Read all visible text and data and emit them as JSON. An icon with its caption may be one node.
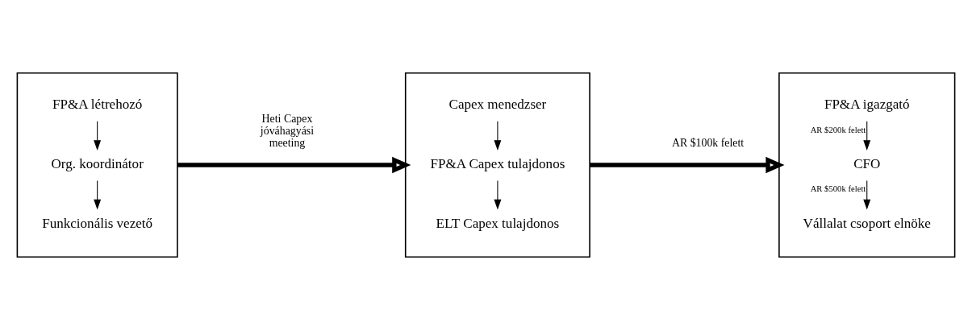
{
  "diagram": {
    "nodes": [
      {
        "text": [],
        "shape": "box"
      },
      {
        "text": [
          "FP&A létrehozó"
        ],
        "in": 0
      },
      {
        "text": [
          "Org. koordinátor"
        ],
        "in": 0
      },
      {
        "text": [
          "Funkcionális vezető"
        ],
        "in": 0
      },
      {
        "text": [],
        "shape": "box"
      },
      {
        "text": [
          "Capex menedzser"
        ],
        "in": 4
      },
      {
        "text": [
          "FP&A Capex tulajdonos"
        ],
        "in": 4
      },
      {
        "text": [
          "ELT Capex tulajdonos"
        ],
        "in": 4
      },
      {
        "text": [],
        "shape": "box"
      },
      {
        "text": [
          "FP&A igazgató"
        ],
        "in": 8
      },
      {
        "text": [
          "CFO"
        ],
        "in": 8
      },
      {
        "text": [
          "Vállalat csoport elnöke"
        ],
        "in": 8
      }
    ],
    "edges": [
      {
        "from": 1,
        "to": 2,
        "arrow": "to"
      },
      {
        "from": 2,
        "to": 3,
        "arrow": "to"
      },
      {
        "from": 0,
        "to": 4,
        "arrow": "to",
        "label": "Heti Capex jóváhagyási meeting",
        "style": "thick"
      },
      {
        "from": 5,
        "to": 6,
        "arrow": "to"
      },
      {
        "from": 6,
        "to": 7,
        "arrow": "to"
      },
      {
        "from": 4,
        "to": 8,
        "arrow": "to",
        "label": "AR $100k felett",
        "style": "thick"
      },
      {
        "from": 9,
        "to": 10,
        "arrow": "to",
        "label": "AR $200k felett"
      },
      {
        "from": 10,
        "to": 11,
        "arrow": "to",
        "label": "AR $500k felett"
      }
    ]
  }
}
